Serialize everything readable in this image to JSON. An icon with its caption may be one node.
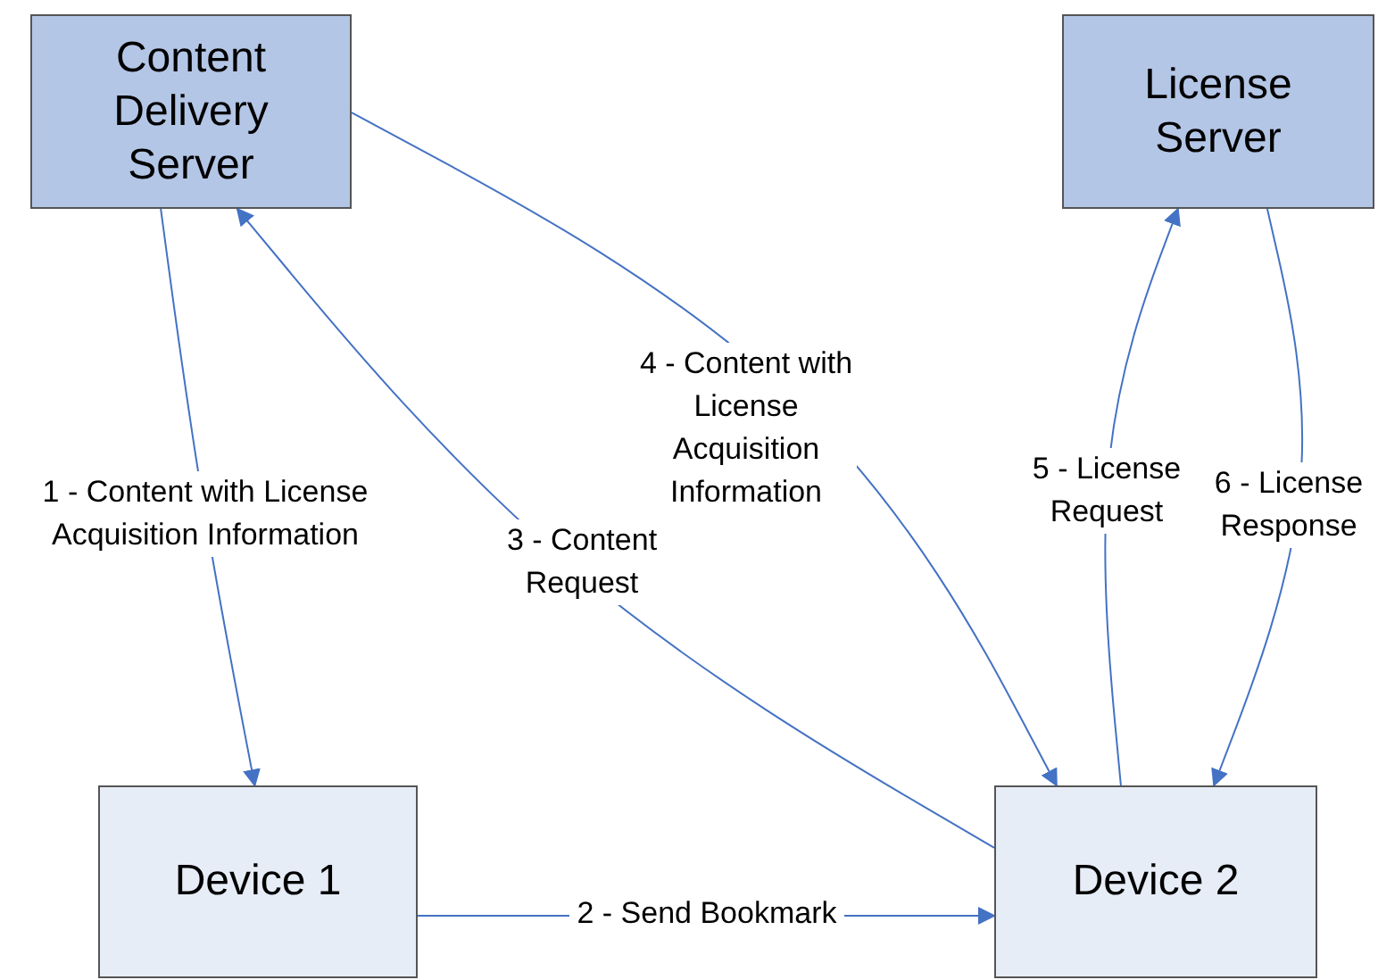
{
  "diagram": {
    "nodes": [
      {
        "text": [
          "Content Delivery Server"
        ]
      },
      {
        "text": [
          "License Server"
        ]
      },
      {
        "text": [
          "Device 1"
        ]
      },
      {
        "text": [
          "Device 2"
        ]
      }
    ],
    "edges": [
      {
        "from": 0,
        "to": 2,
        "arrow": "to",
        "label": "1 - Content with License Acquisition Information"
      },
      {
        "from": 2,
        "to": 3,
        "arrow": "to",
        "label": "2 - Send Bookmark"
      },
      {
        "from": 3,
        "to": 0,
        "arrow": "to",
        "label": "3 - Content Request"
      },
      {
        "from": 0,
        "to": 3,
        "arrow": "to",
        "label": "4 - Content with License Acquisition Information"
      },
      {
        "from": 3,
        "to": 1,
        "arrow": "to",
        "label": "5 - License Request"
      },
      {
        "from": 1,
        "to": 3,
        "arrow": "to",
        "label": "6 - License Response"
      }
    ]
  }
}
